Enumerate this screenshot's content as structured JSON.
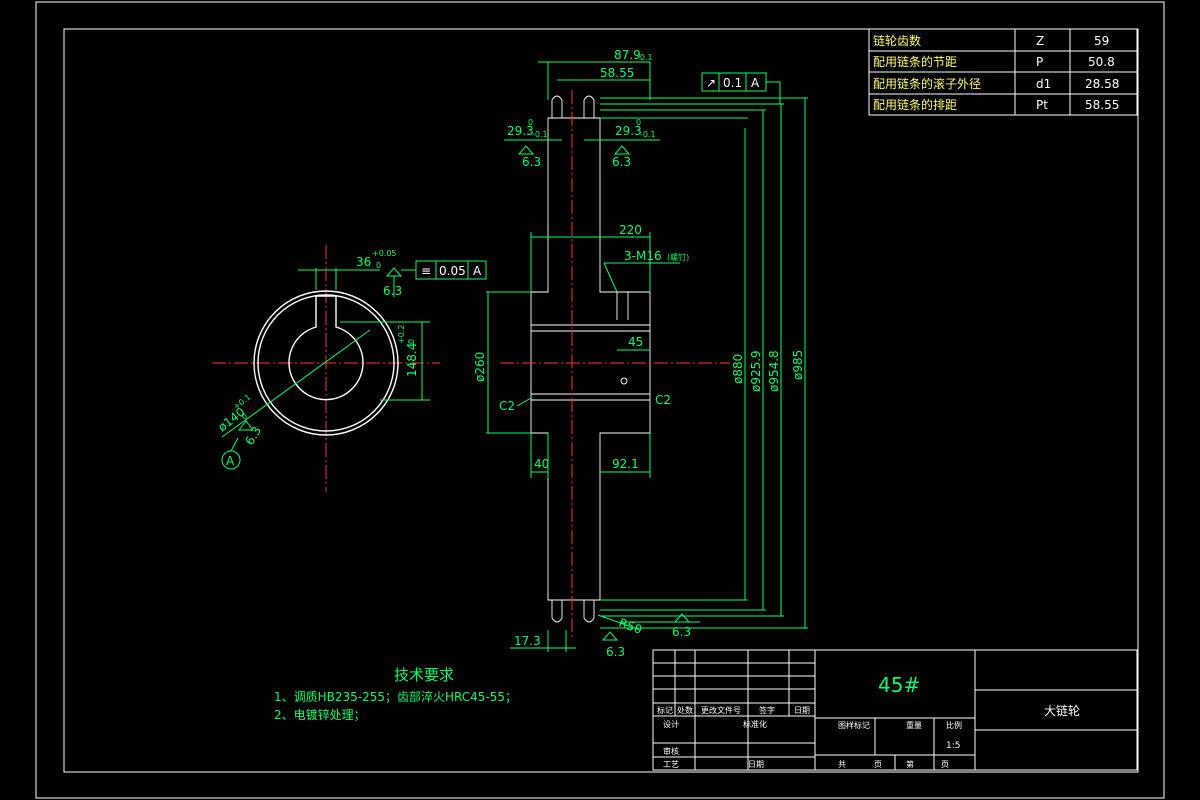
{
  "params": [
    {
      "name": "链轮齿数",
      "symbol": "Z",
      "value": "59"
    },
    {
      "name": "配用链条的节距",
      "symbol": "P",
      "value": "50.8"
    },
    {
      "name": "配用链条的滚子外径",
      "symbol": "d1",
      "value": "28.58"
    },
    {
      "name": "配用链条的排距",
      "symbol": "Pt",
      "value": "58.55"
    }
  ],
  "dims": {
    "top_width": "87.9",
    "top_width_tol": "-0.1",
    "pitch_row": "58.55",
    "tooth_w_left": "29.3",
    "tooth_w_right": "29.3",
    "tooth_tol_up": "0",
    "tooth_tol_dn": "-0.1",
    "hub_len": "220",
    "thread": "3-M16",
    "thread_note": "(螺钉)",
    "d45": "45",
    "d260": "ø260",
    "d880": "ø880",
    "d925": "ø925.9",
    "d954": "ø954.8",
    "d985": "ø985",
    "c2_left": "C2",
    "c2_right": "C2",
    "d40": "40",
    "d92": "92.1",
    "d17": "17.3",
    "r50": "R50",
    "key_width": "36",
    "key_tol_up": "+0.05",
    "key_tol_dn": "0",
    "key_depth": "148.4",
    "key_depth_tol_up": "+0.2",
    "key_depth_tol_dn": "0",
    "bore": "ø140",
    "bore_tol_up": "+0.1",
    "bore_tol_dn": "0",
    "datum_a": "A",
    "rough": "6.3"
  },
  "tolerance_frames": {
    "runout_symbol": "↗",
    "runout_value": "0.1",
    "runout_datum": "A",
    "sym_symbol": "≡",
    "sym_value": "0.05",
    "sym_datum": "A"
  },
  "tech": {
    "title": "技术要求",
    "line1": "1、调质HB235-255；齿部淬火HRC45-55；",
    "line2": "2、电镀锌处理；"
  },
  "title_block": {
    "material": "45#",
    "part_name": "大链轮",
    "scale": "1:5",
    "hdr": [
      "标记",
      "处数",
      "更改文件号",
      "签字",
      "日期"
    ],
    "design": "设计",
    "standard": "标准化",
    "stage_mark": "图样标记",
    "weight": "重量",
    "ratio": "比例",
    "review": "审核",
    "process": "工艺",
    "date": "日期",
    "total": "共",
    "sheet_unit": "页",
    "sheet_no": "第",
    "sheet_unit2": "页"
  }
}
